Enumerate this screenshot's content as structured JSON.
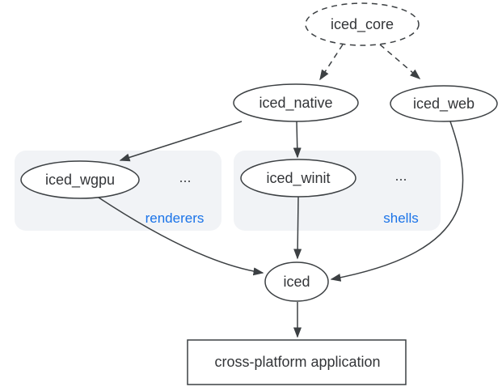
{
  "diagram": {
    "nodes": {
      "iced_core": "iced_core",
      "iced_native": "iced_native",
      "iced_web": "iced_web",
      "iced_wgpu": "iced_wgpu",
      "iced_winit": "iced_winit",
      "iced": "iced",
      "app": "cross-platform application"
    },
    "groups": {
      "renderers": {
        "label": "renderers",
        "ellipsis": "..."
      },
      "shells": {
        "label": "shells",
        "ellipsis": "..."
      }
    },
    "edges": [
      {
        "from": "iced_core",
        "to": "iced_native",
        "style": "dashed"
      },
      {
        "from": "iced_core",
        "to": "iced_web",
        "style": "dashed"
      },
      {
        "from": "iced_native",
        "to": "iced_wgpu",
        "style": "solid"
      },
      {
        "from": "iced_native",
        "to": "iced_winit",
        "style": "solid"
      },
      {
        "from": "iced_wgpu",
        "to": "iced",
        "style": "solid"
      },
      {
        "from": "iced_winit",
        "to": "iced",
        "style": "solid"
      },
      {
        "from": "iced_web",
        "to": "iced",
        "style": "solid"
      },
      {
        "from": "iced",
        "to": "app",
        "style": "solid"
      }
    ],
    "colors": {
      "background": "#ffffff",
      "stroke": "#3c4043",
      "text": "#333538",
      "group_fill": "#f1f3f6",
      "group_label": "#1a73e8"
    }
  }
}
